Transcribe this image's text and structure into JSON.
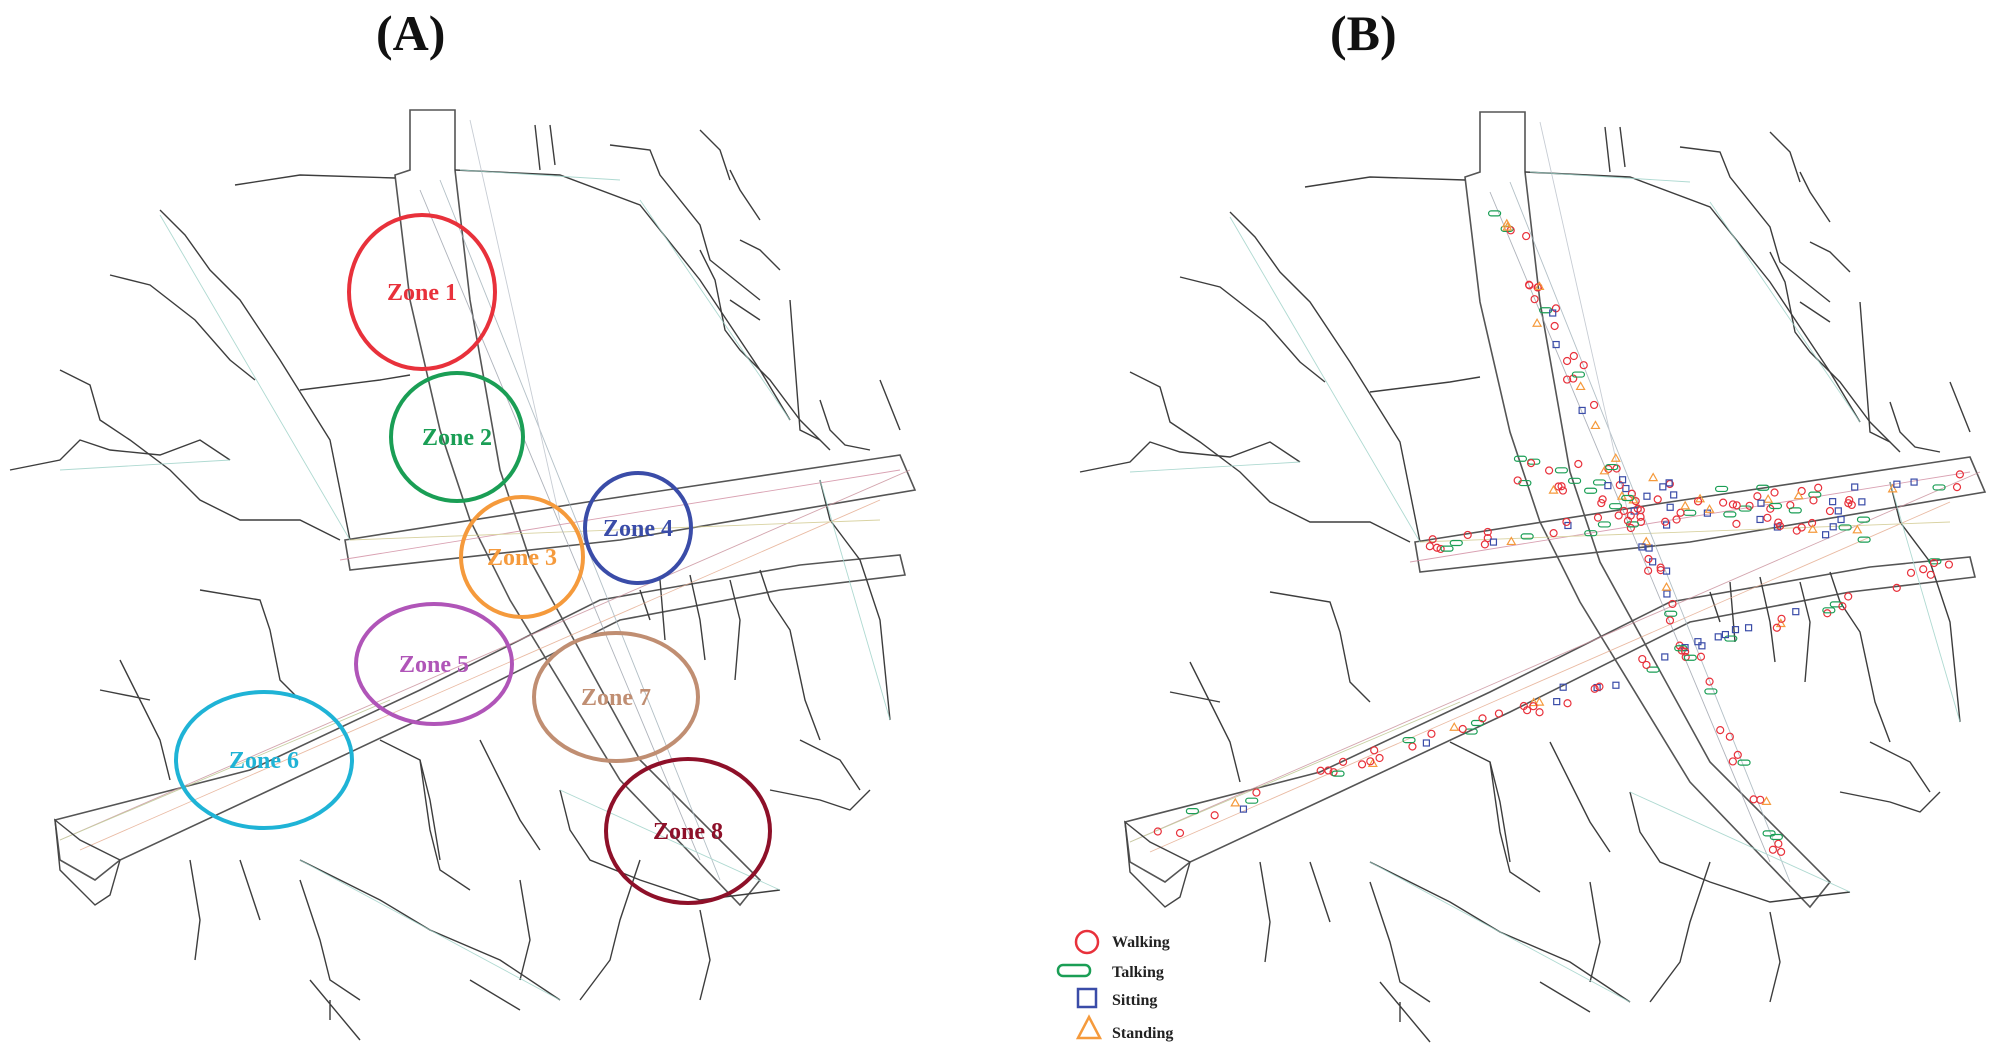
{
  "panels": {
    "a": {
      "label": "(A)"
    },
    "b": {
      "label": "(B)"
    }
  },
  "zones": [
    {
      "name": "Zone 1",
      "color": "#e8313b"
    },
    {
      "name": "Zone 2",
      "color": "#1a9e55"
    },
    {
      "name": "Zone 3",
      "color": "#f59a3c"
    },
    {
      "name": "Zone 4",
      "color": "#3a4ca8"
    },
    {
      "name": "Zone 5",
      "color": "#b055b8"
    },
    {
      "name": "Zone 6",
      "color": "#1fb3d6"
    },
    {
      "name": "Zone 7",
      "color": "#c08e72"
    },
    {
      "name": "Zone 8",
      "color": "#8e1029"
    }
  ],
  "legend": {
    "walking": {
      "label": "Walking",
      "color": "#e8313b",
      "icon": "circle-icon"
    },
    "talking": {
      "label": "Talking",
      "color": "#1a9e55",
      "icon": "rounded-rect-icon"
    },
    "sitting": {
      "label": "Sitting",
      "color": "#3a4ca8",
      "icon": "square-icon"
    },
    "standing": {
      "label": "Standing",
      "color": "#f59a3c",
      "icon": "triangle-icon"
    }
  }
}
